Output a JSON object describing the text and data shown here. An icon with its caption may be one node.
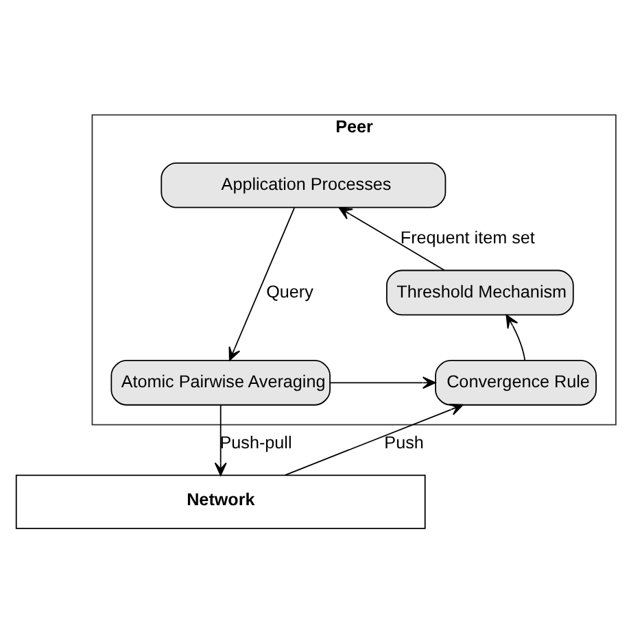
{
  "diagram": {
    "nodes": [
      {
        "text": [
          "Peer"
        ]
      },
      {
        "text": [
          "Application Processes"
        ],
        "in": 0
      },
      {
        "text": [
          "Threshold Mechanism"
        ],
        "in": 0
      },
      {
        "text": [
          "Atomic Pairwise Averaging"
        ],
        "in": 0
      },
      {
        "text": [
          "Convergence Rule"
        ],
        "in": 0
      },
      {
        "text": [
          "Network"
        ]
      }
    ],
    "edges": [
      {
        "from": 1,
        "to": 3,
        "arrow": "to",
        "label": "Query"
      },
      {
        "from": 3,
        "to": 4,
        "arrow": "to"
      },
      {
        "from": 4,
        "to": 2,
        "arrow": "to"
      },
      {
        "from": 2,
        "to": 1,
        "arrow": "to",
        "label": "Frequent item set"
      },
      {
        "from": 3,
        "to": 5,
        "arrow": "to",
        "label": "Push-pull"
      },
      {
        "from": 5,
        "to": 4,
        "arrow": "to",
        "label": "Push"
      }
    ]
  }
}
